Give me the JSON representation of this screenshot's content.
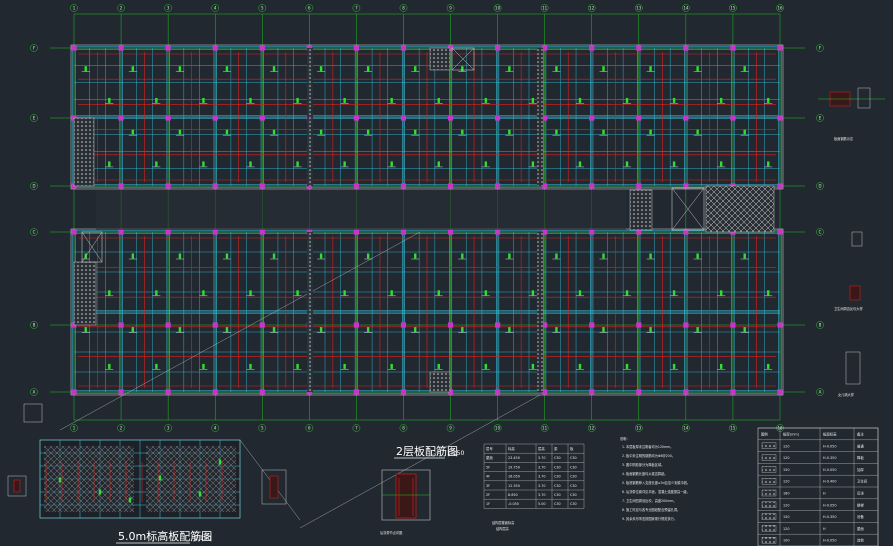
{
  "colors": {
    "background": "#212830",
    "axis": "#22c322",
    "beam": "#33c4dc",
    "rebar": "#e02020",
    "column": "#cc33cc",
    "text": "#f2f2f2",
    "wall": "#c0c0c0"
  },
  "plan": {
    "title_main": "2层板配筋图",
    "title_scale": "1:150",
    "grid_top_labels": [
      "1",
      "2",
      "3",
      "4",
      "5",
      "6",
      "7",
      "8",
      "9",
      "10",
      "11",
      "12",
      "13",
      "14",
      "15",
      "16"
    ],
    "grid_side_labels": [
      "F",
      "E",
      "D",
      "C",
      "B",
      "A"
    ]
  },
  "detail_plan": {
    "title_main": "5.0m标高板配筋图",
    "title_scale": "1:150"
  },
  "section_detail": {
    "caption": "后浇带节点详图"
  },
  "right_details": {
    "d1": "板面钢筋示意",
    "d2": "卫生间周边反坎大样",
    "d3": "女儿墙大样"
  },
  "elev_table": {
    "headers": [
      "层号",
      "标高",
      "层高",
      "梁",
      "板"
    ],
    "rows": [
      [
        "屋面",
        "23.450",
        "3.70",
        "C30",
        "C30"
      ],
      [
        "5F",
        "19.750",
        "3.70",
        "C30",
        "C30"
      ],
      [
        "4F",
        "16.050",
        "3.70",
        "C30",
        "C30"
      ],
      [
        "3F",
        "12.350",
        "3.70",
        "C30",
        "C30"
      ],
      [
        "2F",
        "8.650",
        "3.70",
        "C30",
        "C30"
      ],
      [
        "1F",
        "-0.050",
        "5.00",
        "C30",
        "C30"
      ]
    ],
    "caption_1": "结构层楼面标高",
    "caption_2": "结构层高"
  },
  "notes": {
    "title": "说明：",
    "lines": [
      "1. 本层板厚未注明者均为120mm。",
      "2. 板中未注明的钢筋均为Φ8@200。",
      "3. 图中阴影部分为降板区域。",
      "4. 板面钢筋长度均从梁边算起。",
      "5. 板底钢筋伸入支座长度≥5d且至少到梁中线。",
      "6. 后浇带位置详见平面，混凝土强度提高一级。",
      "7. 卫生间四周设反坎，高度200mm。",
      "8. 施工时应与各专业图纸配合预留孔洞。",
      "9. 其余未尽事宜按国家现行规范执行。"
    ]
  },
  "legend_table": {
    "headers": [
      "图例",
      "板厚(mm)",
      "板面标高",
      "备注"
    ],
    "rows": [
      [
        "",
        "120",
        "H-0.050",
        "普通"
      ],
      [
        "",
        "120",
        "H-0.350",
        "降板"
      ],
      [
        "",
        "150",
        "H-0.050",
        "加厚"
      ],
      [
        "",
        "120",
        "H-0.400",
        "卫生间"
      ],
      [
        "",
        "180",
        "H",
        "后浇"
      ],
      [
        "",
        "120",
        "H-0.050",
        "楼梯"
      ],
      [
        "",
        "150",
        "H-0.350",
        "设备"
      ],
      [
        "",
        "120",
        "H",
        "屋面"
      ],
      [
        "",
        "100",
        "H-0.050",
        "其他"
      ]
    ]
  }
}
